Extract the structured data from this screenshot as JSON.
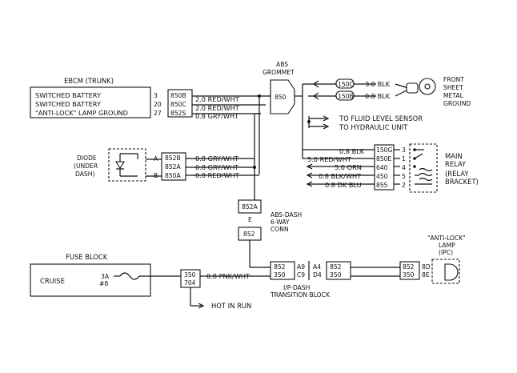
{
  "ebcm": {
    "title": "EBCM (TRUNK)",
    "rows": [
      {
        "label": "SWITCHED BATTERY",
        "pin": "3",
        "circuit": "850B",
        "wire": "2.0 RED/WHT"
      },
      {
        "label": "SWITCHED BATTERY",
        "pin": "20",
        "circuit": "850C",
        "wire": "2.0 RED/WHT"
      },
      {
        "label": "\"ANTI-LOCK\" LAMP GROUND",
        "pin": "27",
        "circuit": "852S",
        "wire": "0.8 GRY/WHT"
      }
    ]
  },
  "grommet": {
    "label_line1": "ABS",
    "label_line2": "GROMMET",
    "circuit": "850"
  },
  "ground": {
    "label_line1": "FRONT",
    "label_line2": "SHEET",
    "label_line3": "METAL",
    "label_line4": "GROUND",
    "wires": [
      {
        "circuit": "150C",
        "wire": "3.0 BLK"
      },
      {
        "circuit": "150B",
        "wire": "0.8 BLK"
      }
    ]
  },
  "branches": {
    "fluid_level": "TO FLUID LEVEL SENSOR",
    "hydraulic": "TO HYDRAULIC UNIT"
  },
  "diode": {
    "label_line1": "DIODE",
    "label_line2": "(UNDER",
    "label_line3": "DASH)",
    "pin_a": "A",
    "pin_b": "B",
    "circuits": [
      "852B",
      "852A",
      "850A"
    ],
    "wires": [
      "0.8 GRY/WHT",
      "0.8 GRY/WHT",
      "0.8 RED/WHT"
    ]
  },
  "relay": {
    "label_line1": "MAIN",
    "label_line2": "RELAY",
    "label_line3": "(RELAY",
    "label_line4": "BRACKET)",
    "rows": [
      {
        "wire": "0.8 BLK",
        "circuit": "150G",
        "pin": "3"
      },
      {
        "wire": "5.0 RED/WHT",
        "circuit": "850E",
        "pin": "1"
      },
      {
        "wire": "5.0 ORN",
        "circuit": "640",
        "pin": "4"
      },
      {
        "wire": "0.8 BLK/WHT",
        "circuit": "450",
        "pin": "5"
      },
      {
        "wire": "0.8 DK BLU",
        "circuit": "855",
        "pin": "2"
      }
    ]
  },
  "abs_conn": {
    "upper_circuit": "852A",
    "pin": "E",
    "lower_circuit": "852",
    "label_line1": "ABS-DASH",
    "label_line2": "6-WAY",
    "label_line3": "CONN"
  },
  "fuse_block": {
    "title": "FUSE BLOCK",
    "cruise": "CRUISE",
    "fuse_line1": "3A",
    "fuse_line2": "#8",
    "circuits": [
      "350",
      "704"
    ],
    "wire": "0.8 PNK/WHT",
    "hot_in_run": "HOT IN RUN"
  },
  "transition": {
    "label_line1": "I/P-DASH",
    "label_line2": "TRANSITION BLOCK",
    "left_circuits": [
      "852",
      "350"
    ],
    "left_pins": [
      "A9",
      "C9"
    ],
    "right_pins": [
      "A4",
      "D4"
    ],
    "right_circuits": [
      "852",
      "350"
    ]
  },
  "lamp": {
    "label_line1": "\"ANTI-LOCK\"",
    "label_line2": "LAMP",
    "label_line3": "(IPC)",
    "circuits": [
      "852",
      "350"
    ],
    "pins": [
      "8D",
      "8E"
    ]
  }
}
